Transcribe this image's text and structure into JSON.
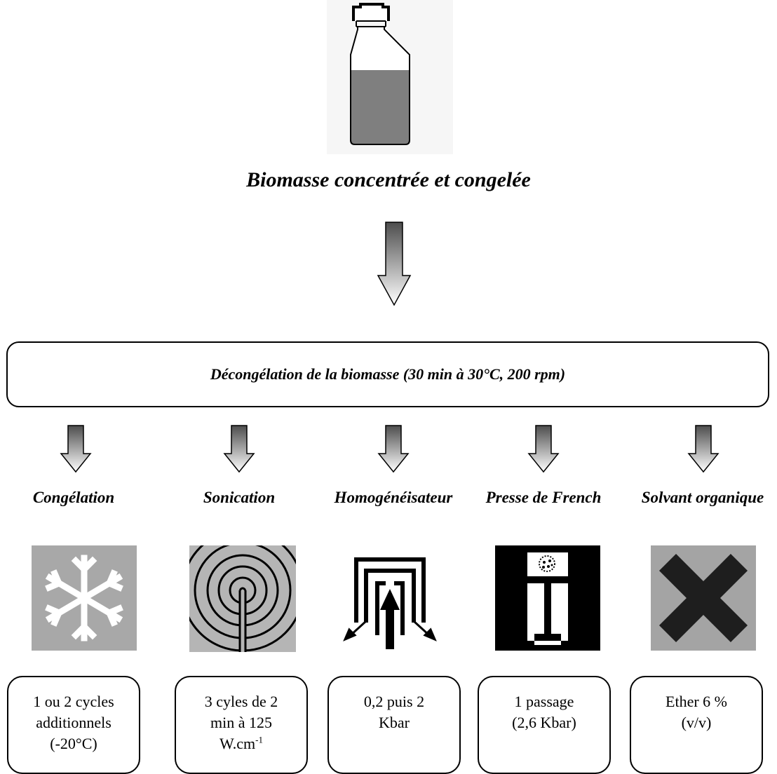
{
  "title": "Biomasse concentrée et congelée",
  "thaw_step": "Décongélation de la biomasse (30 min à 30°C, 200 rpm)",
  "methods": [
    {
      "label": "Congélation",
      "icon": "snowflake-icon",
      "params": [
        "1 ou 2 cycles",
        "additionnels",
        "(-20°C)"
      ]
    },
    {
      "label": "Sonication",
      "icon": "sonication-waves-icon",
      "params": [
        "3 cyles de 2",
        "min à 125"
      ],
      "param_unit": "W.cm",
      "param_sup": "-1"
    },
    {
      "label": "Homogénéisateur",
      "icon": "homogenizer-icon",
      "params": [
        "0,2 puis 2",
        "Kbar"
      ]
    },
    {
      "label": "Presse de French",
      "icon": "french-press-icon",
      "params": [
        "1 passage",
        "(2,6 Kbar)"
      ]
    },
    {
      "label": "Solvant organique",
      "icon": "hazard-cross-icon",
      "params": [
        "Ether 6 %",
        "(v/v)"
      ]
    }
  ],
  "colors": {
    "arrow_dark": "#5a5a5a",
    "arrow_light": "#ffffff",
    "liquid": "#7f7f7f",
    "icon_gray": "#a8a8a8"
  }
}
